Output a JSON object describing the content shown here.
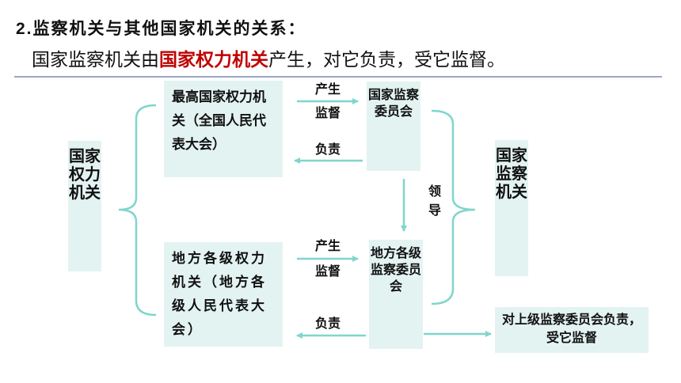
{
  "heading": {
    "number": "2.",
    "text": "监察机关与其他国家机关的关系："
  },
  "subtitle": {
    "before": "国家监察机关由",
    "highlight": "国家权力机关",
    "after": "产生，对它负责，受它监督。"
  },
  "boxes": {
    "power_organ": "国家权力机关",
    "npc": "最高国家权力机关（全国人民代表大会）",
    "national_commission": "国家监察委员会",
    "local_congress": "地方各级权力机关（地方各级人民代表大会）",
    "local_commission": "地方各级监察委员会",
    "supervisory_organ": "国家监察机关",
    "upper_level": "对上级监察委员会负责，受它监督"
  },
  "labels": {
    "produce_top": "产生",
    "supervise_top": "监督",
    "responsible_top": "负责",
    "lead": "领导",
    "produce_bottom": "产生",
    "supervise_bottom": "监督",
    "responsible_bottom": "负责"
  },
  "colors": {
    "box_fill": "#e3f3f1",
    "connector": "#7fd6cc",
    "highlight": "#c00000",
    "rule": "#9aa7c7"
  }
}
